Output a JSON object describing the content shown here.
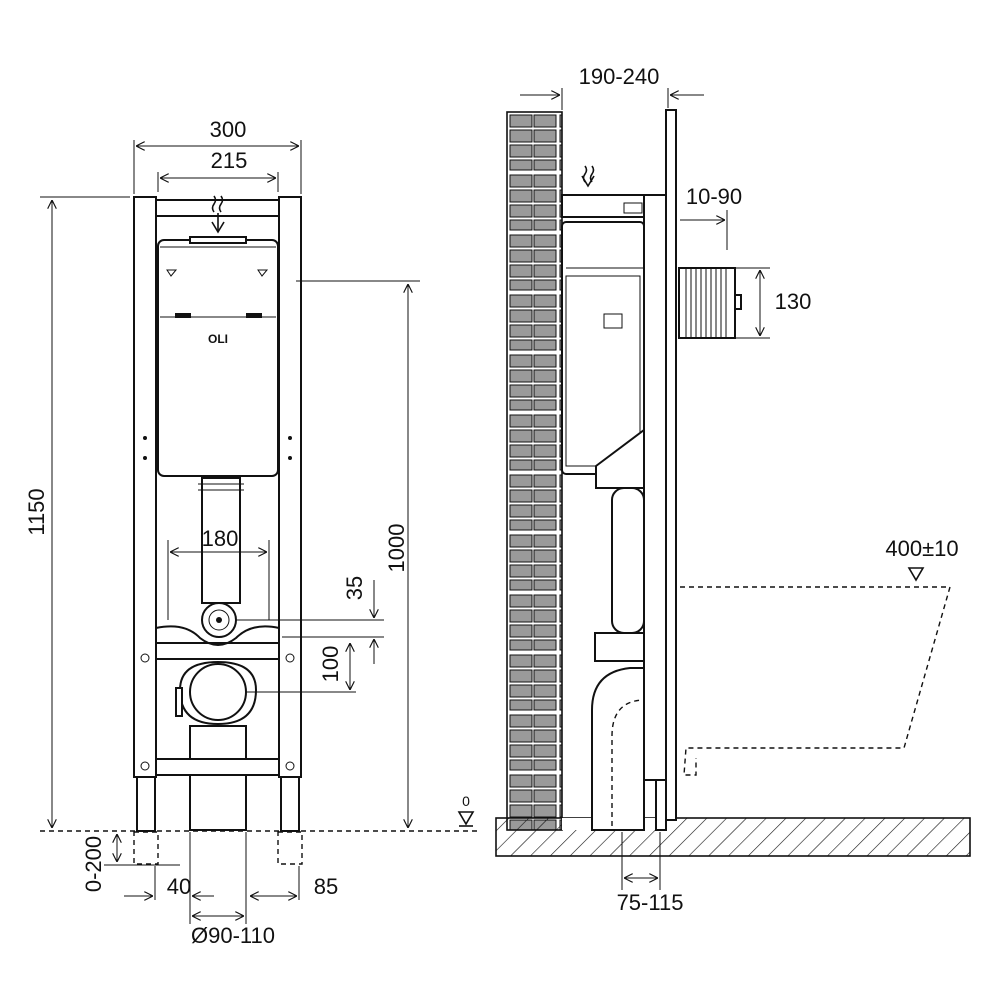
{
  "front_view": {
    "dims": {
      "width_total": "300",
      "width_inner": "215",
      "height_total": "1150",
      "height_flush": "1000",
      "pipe_spacing": "180",
      "offset_35": "35",
      "offset_100": "100",
      "leg_adjust": "0-200",
      "foot_left": "40",
      "foot_right": "85",
      "drain_diameter": "Ø90-110"
    },
    "cistern_logo": "OLI",
    "datum_zero": "0"
  },
  "side_view": {
    "dims": {
      "wall_distance": "190-240",
      "panel_thickness": "10-90",
      "actuator_height": "130",
      "bowl_height": "400±10",
      "floor_offset": "75-115"
    }
  }
}
